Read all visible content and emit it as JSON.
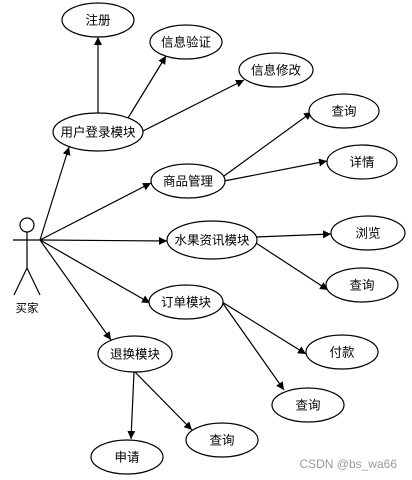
{
  "actor": {
    "label": "买家"
  },
  "nodes": {
    "login": {
      "label": "用户登录模块"
    },
    "register": {
      "label": "注册"
    },
    "verify": {
      "label": "信息验证"
    },
    "modify": {
      "label": "信息修改"
    },
    "goods": {
      "label": "商品管理"
    },
    "goods_q": {
      "label": "查询"
    },
    "detail": {
      "label": "详情"
    },
    "fruit": {
      "label": "水果资讯模块"
    },
    "browse": {
      "label": "浏览"
    },
    "fruit_q": {
      "label": "查询"
    },
    "order": {
      "label": "订单模块"
    },
    "pay": {
      "label": "付款"
    },
    "order_q": {
      "label": "查询"
    },
    "refund": {
      "label": "退换模块"
    },
    "apply": {
      "label": "申请"
    },
    "refund_q": {
      "label": "查询"
    }
  },
  "watermark": "CSDN @bs_wa66"
}
